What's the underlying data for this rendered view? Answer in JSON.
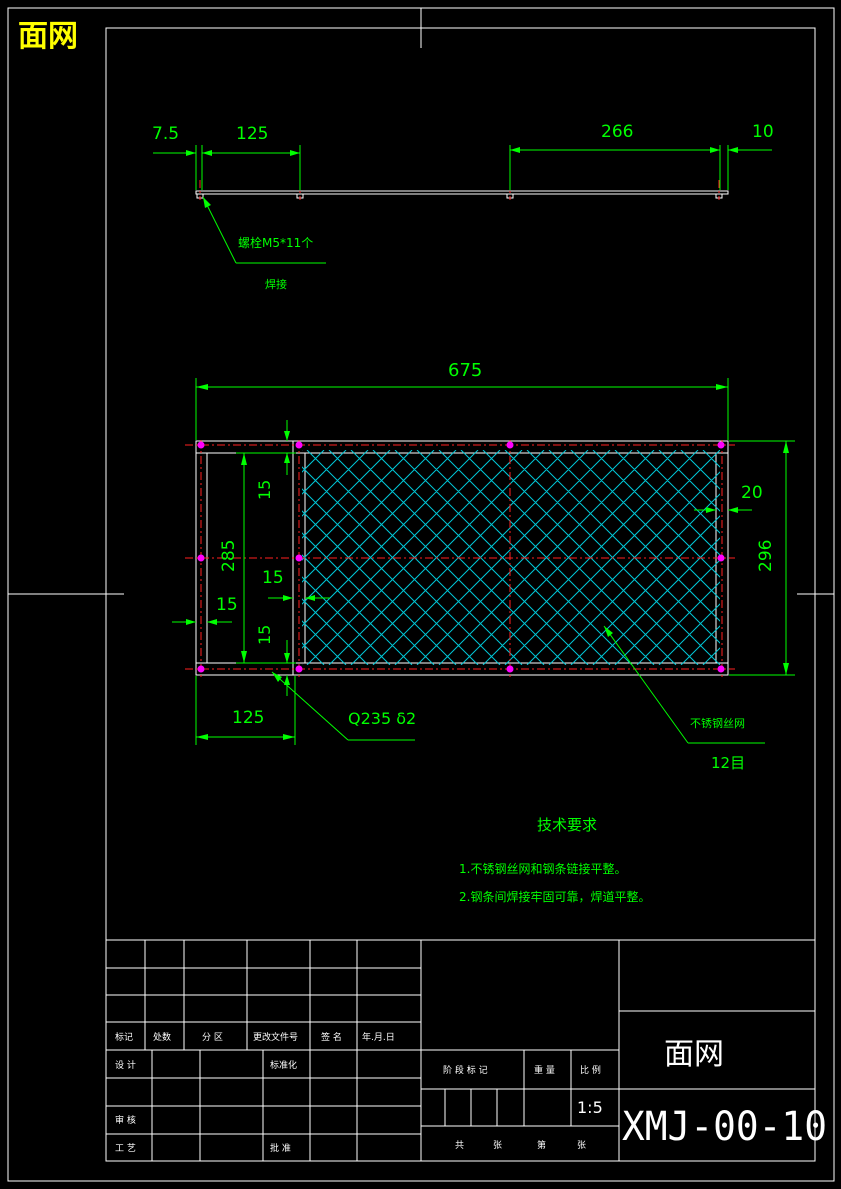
{
  "title_top": "面网",
  "top_view": {
    "dim_left": "7.5",
    "dim_spacing": "125",
    "dim_mid": "266",
    "dim_right": "10",
    "note_bolt": "螺栓M5*11个",
    "note_weld": "焊接"
  },
  "front_view": {
    "dim_length": "675",
    "dim_height_outer": "296",
    "dim_height_inner": "285",
    "dim_right_margin": "20",
    "dim_15_a": "15",
    "dim_15_b": "15",
    "dim_15_c": "15",
    "dim_15_d": "15",
    "dim_bottom": "125",
    "note_material": "Q235 δ2",
    "note_mesh": "不锈钢丝网",
    "note_mesh_size": "12目"
  },
  "tech": {
    "heading": "技术要求",
    "line1": "1.不锈钢丝网和钢条链接平整。",
    "line2": "2.钢条间焊接牢固可靠，焊道平整。"
  },
  "title_block": {
    "row_labels": [
      "标记",
      "处数",
      "分 区",
      "更改文件号",
      "签 名",
      "年.月.日"
    ],
    "design": "设 计",
    "standard": "标准化",
    "check": "审 核",
    "process": "工 艺",
    "approve": "批 准",
    "stage": "阶 段 标 记",
    "weight": "重 量",
    "ratio": "比 例",
    "scale": "1:5",
    "sheet_total": "共",
    "sheet_label": "张",
    "sheet_no": "第",
    "sheet_label2": "张",
    "part_name": "面网",
    "drawing_no": "XMJ-00-10"
  }
}
